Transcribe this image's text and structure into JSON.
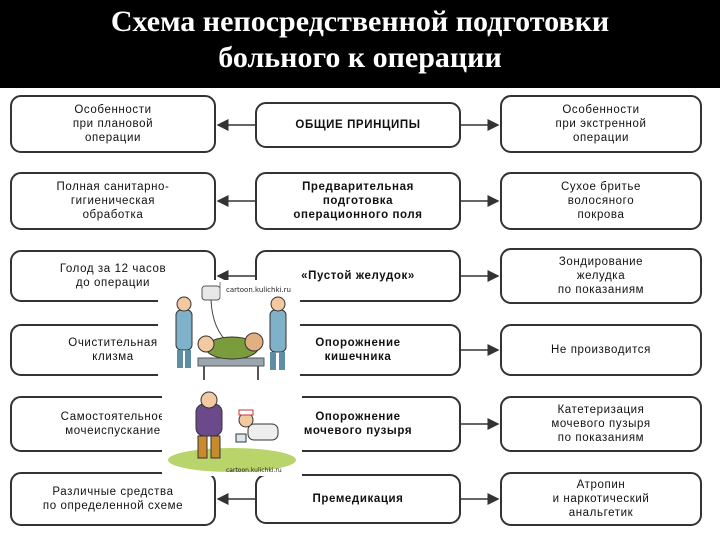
{
  "title_line1": "Схема непосредственной подготовки",
  "title_line2": "больного к операции",
  "left": [
    "Особенности\nпри плановой\nоперации",
    "Полная санитарно-\nгигиеническая\nобработка",
    "Голод за 12 часов\nдо операции",
    "Очистительная\nклизма",
    "Самостоятельное\nмочеиспускание",
    "Различные средства\nпо определенной схеме"
  ],
  "center": [
    "ОБЩИЕ ПРИНЦИПЫ",
    "Предварительная\nподготовка\nоперационного поля",
    "«Пустой желудок»",
    "Опорожнение\nкишечника",
    "Опорожнение\nмочевого пузыря",
    "Премедикация"
  ],
  "right": [
    "Особенности\nпри экстренной\nоперации",
    "Сухое бритье\nволосяного\nпокрова",
    "Зондирование\nжелудка\nпо показаниям",
    "Не производится",
    "Катетеризация\nмочевого пузыря\nпо показаниям",
    "Атропин\nи наркотический\nанальгетик"
  ],
  "cartoon_caption_1": "cartoon.kulichki.ru",
  "cartoon_caption_2": "cartoon.kulichki.ru",
  "colors": {
    "header_bg": "#000000",
    "header_text": "#ffffff",
    "border": "#333333"
  }
}
